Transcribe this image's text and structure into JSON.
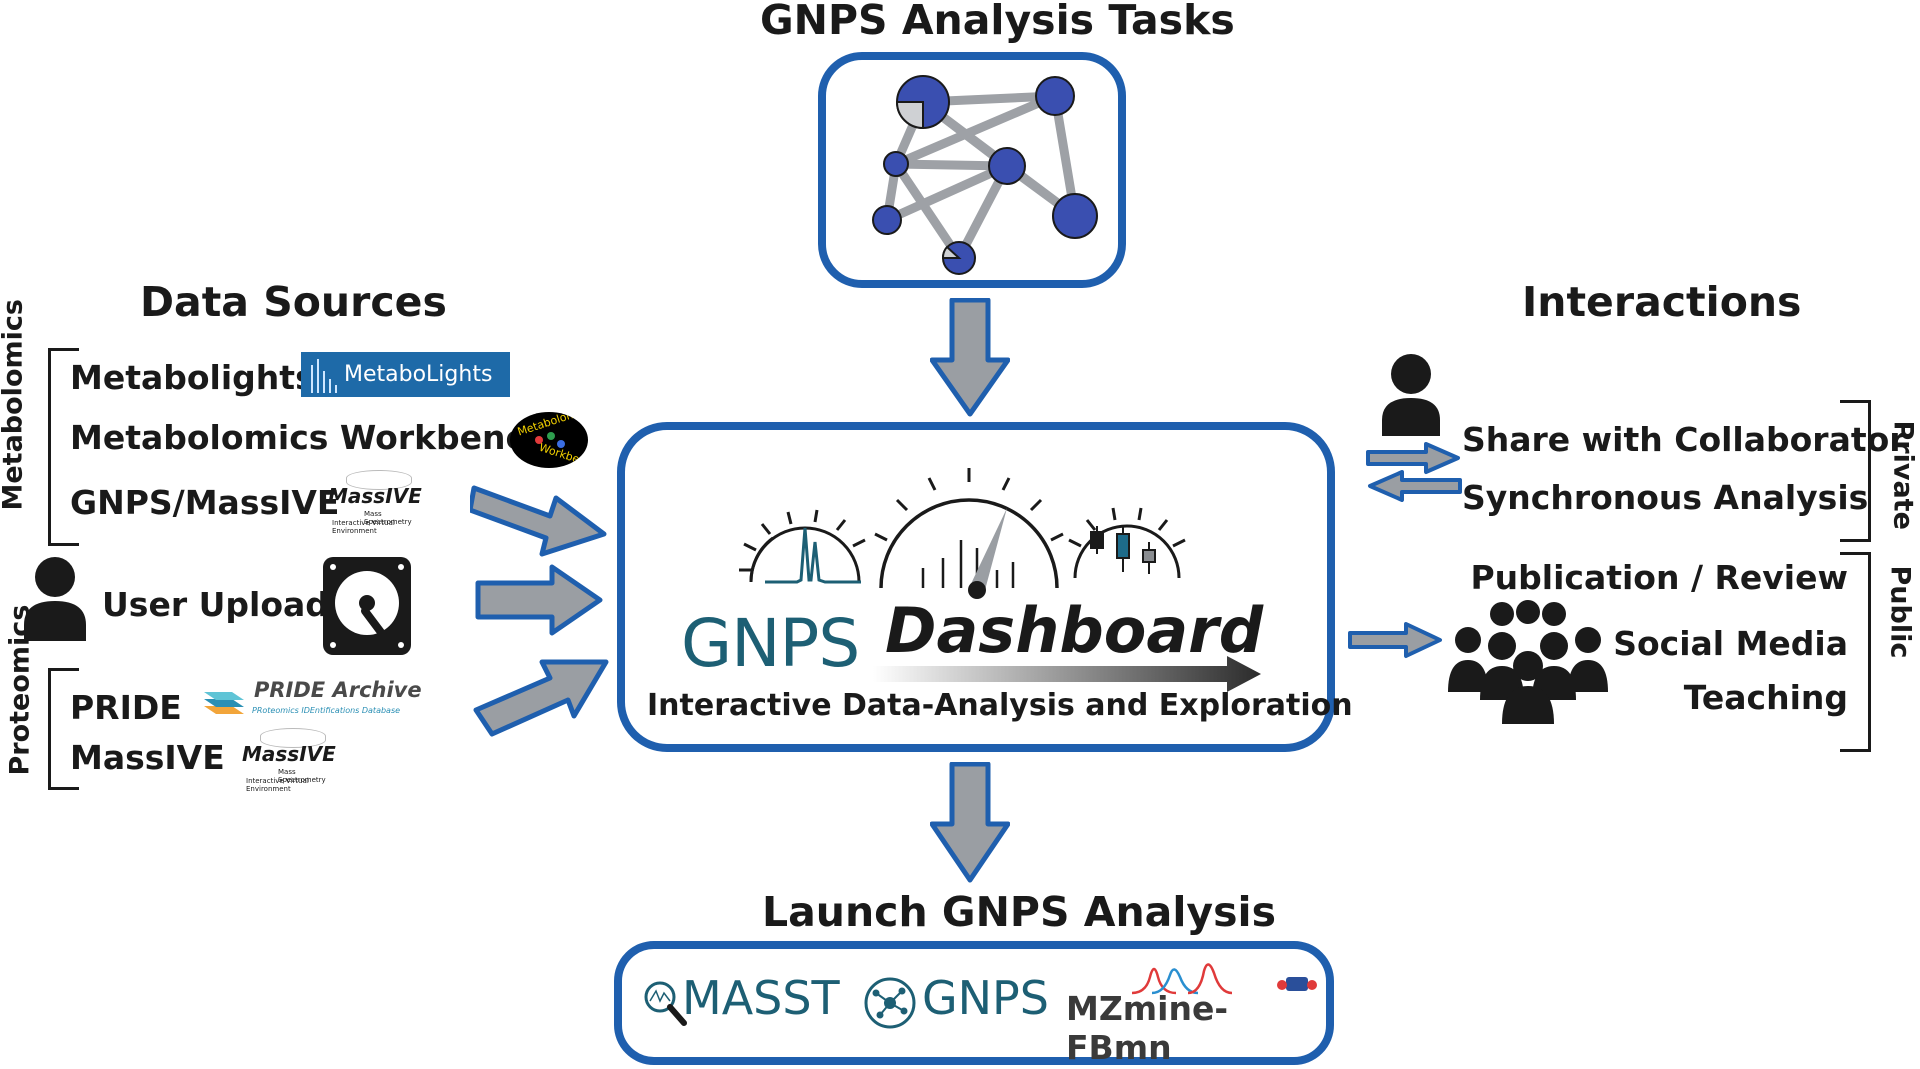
{
  "titles": {
    "tasks": "GNPS Analysis Tasks",
    "sources": "Data Sources",
    "interactions": "Interactions",
    "launch": "Launch GNPS Analysis"
  },
  "sources": {
    "metabolomics_label": "Metabolomics",
    "proteomics_label": "Proteomics",
    "metabolights": "Metabolights",
    "metabolights_logo": "MetaboLights",
    "workbench": "Metabolomics Workbench",
    "workbench_logo_top": "Metabolomics",
    "workbench_logo_bottom": "Workbench",
    "gnps_massive": "GNPS/MassIVE",
    "massive_logo": "MassIVE",
    "massive_sub1": "Mass Spectrometry",
    "massive_sub2": "Interactive Virtual Environment",
    "user_upload": "User Upload",
    "pride": "PRIDE",
    "pride_logo": "PRIDE Archive",
    "pride_sub": "PRoteomics IDEntifications Database",
    "massive": "MassIVE"
  },
  "dashboard": {
    "gnps": "GNPS",
    "dashboard": "Dashboard",
    "subtitle": "Interactive Data-Analysis and Exploration"
  },
  "interactions": {
    "private_label": "Private",
    "public_label": "Public",
    "share": "Share with Collaborator",
    "synchronous": "Synchronous Analysis",
    "publication": "Publication / Review",
    "social": "Social Media",
    "teaching": "Teaching"
  },
  "launch": {
    "masst": "MASST",
    "gnps": "GNPS",
    "mzmine": "MZmine-FBmn"
  },
  "icons": [
    "network-icon",
    "person-icon",
    "hard-drive-icon",
    "gauge-icon",
    "group-icon",
    "magnifier-icon",
    "molecule-icon",
    "arrow-icon"
  ],
  "colors": {
    "accent": "#1f5fae",
    "node": "#3a4fb0",
    "arrow": "#9a9ea3",
    "gnps_text": "#1d5f74"
  }
}
